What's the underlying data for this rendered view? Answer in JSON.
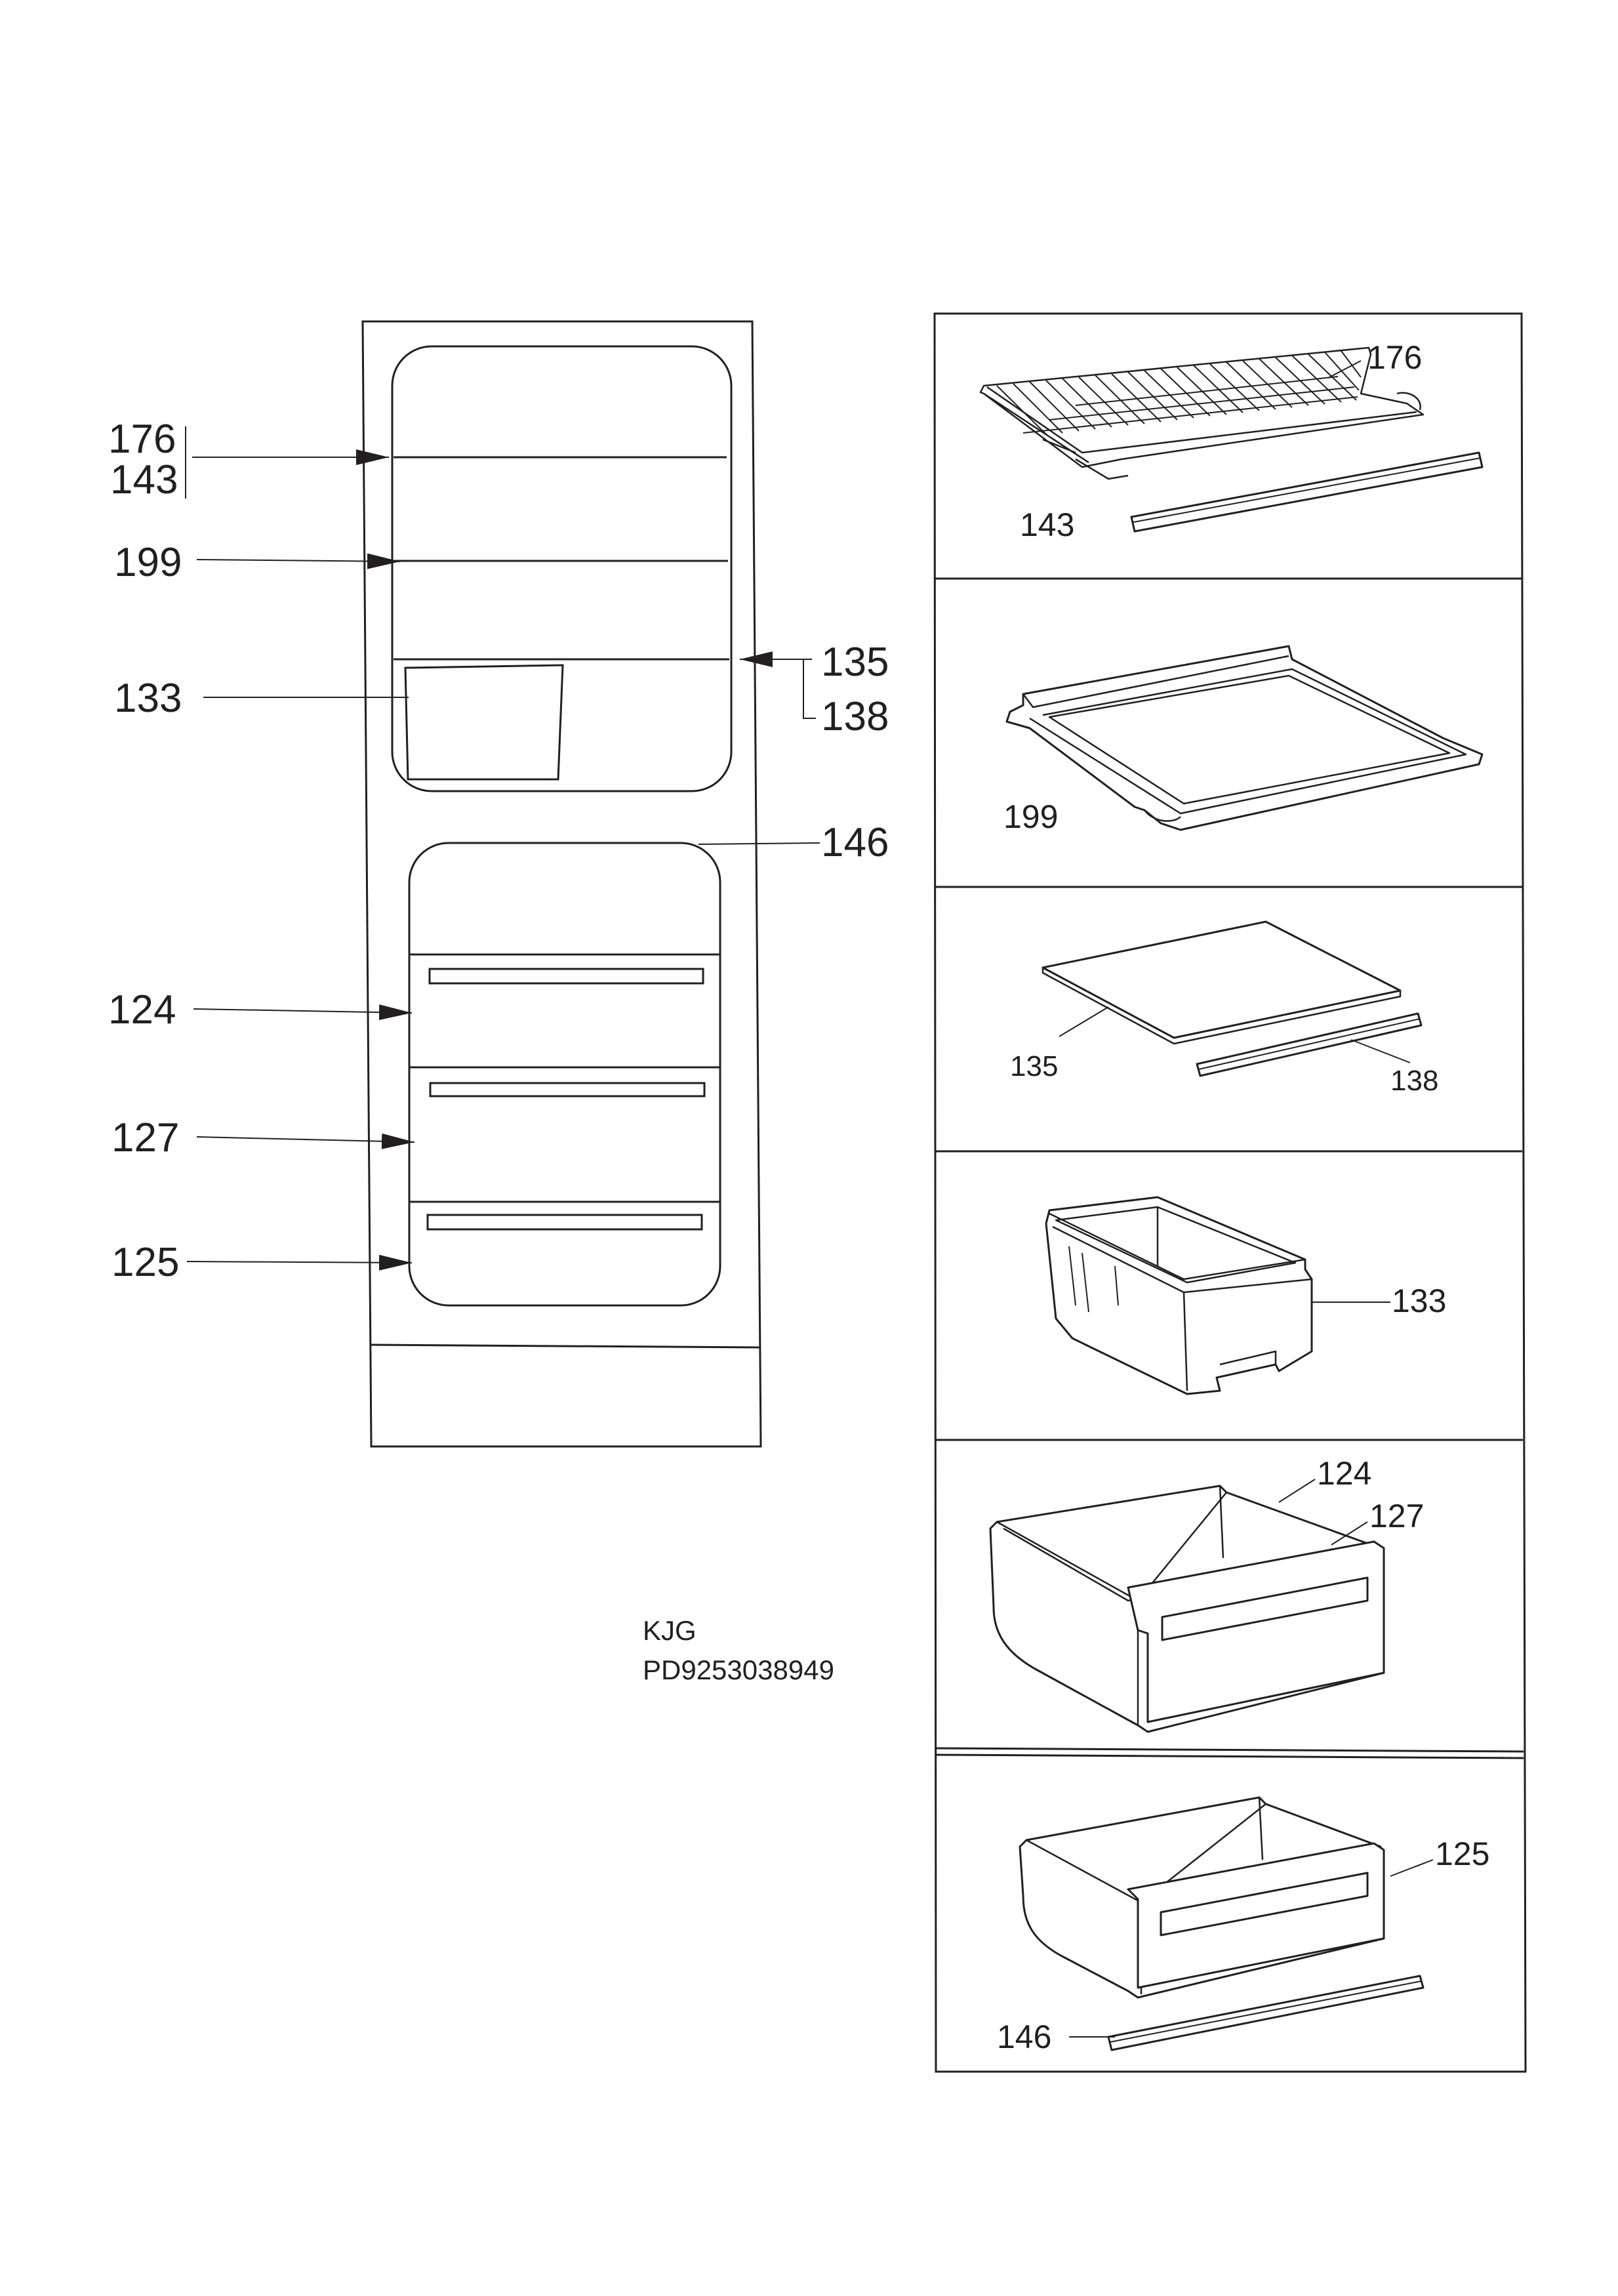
{
  "colors": {
    "ink": "#231f20",
    "paper": "#ffffff"
  },
  "overview": {
    "labels": {
      "p176": "176",
      "p143": "143",
      "p199": "199",
      "p133": "133",
      "p135": "135",
      "p138": "138",
      "p146": "146",
      "p124": "124",
      "p127": "127",
      "p125": "125"
    }
  },
  "panels": [
    {
      "labels": [
        "176",
        "143"
      ]
    },
    {
      "labels": [
        "199"
      ]
    },
    {
      "labels": [
        "135",
        "138"
      ]
    },
    {
      "labels": [
        "133"
      ]
    },
    {
      "labels": [
        "124",
        "127"
      ]
    },
    {
      "labels": [
        "125",
        "146"
      ]
    }
  ],
  "footer": {
    "line1": "KJG",
    "line2": "PD9253038949"
  }
}
